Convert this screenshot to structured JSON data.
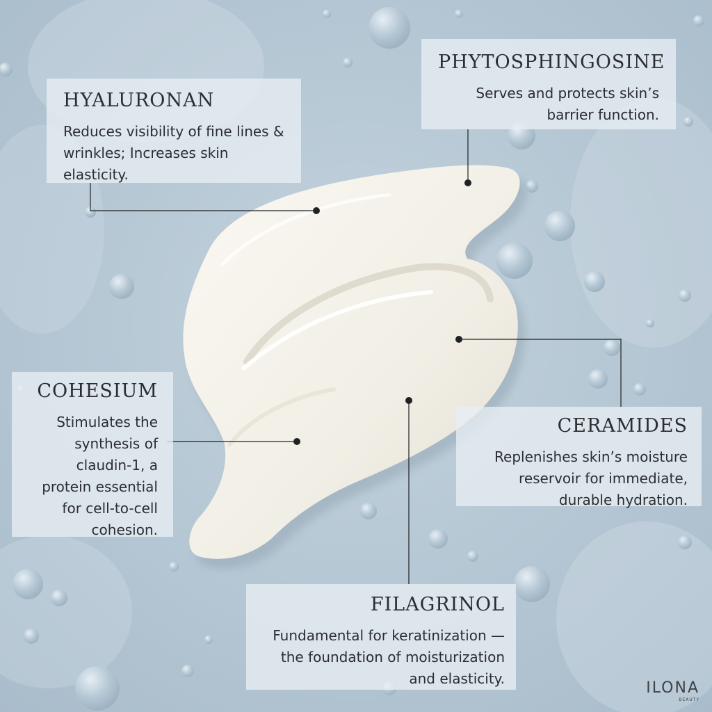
{
  "ingredients": {
    "hyaluronan": {
      "title": "HYALURONAN",
      "description": "Reduces visibility of fine lines & wrinkles; Increases skin elasticity."
    },
    "phytosphingosine": {
      "title": "PHYTOSPHINGOSINE",
      "description": "Serves and protects skin’s barrier function."
    },
    "cohesium": {
      "title": "COHESIUM",
      "description": "Stimulates the synthesis of claudin-1, a protein essential for cell-to-cell cohesion."
    },
    "ceramides": {
      "title": "CERAMIDES",
      "description": "Replenishes skin’s moisture reservoir for immediate, durable hydration."
    },
    "filagrinol": {
      "title": "FILAGRINOL",
      "description": "Fundamental for keratinization — the foundation of moisturization and elasticity."
    }
  },
  "logo": {
    "brand": "ILONA",
    "sub": "BEAUTY"
  },
  "colors": {
    "background": "#b7c9d6",
    "card": "#e8eef3",
    "text": "#2b2d30",
    "cream": "#f4f2ea"
  }
}
